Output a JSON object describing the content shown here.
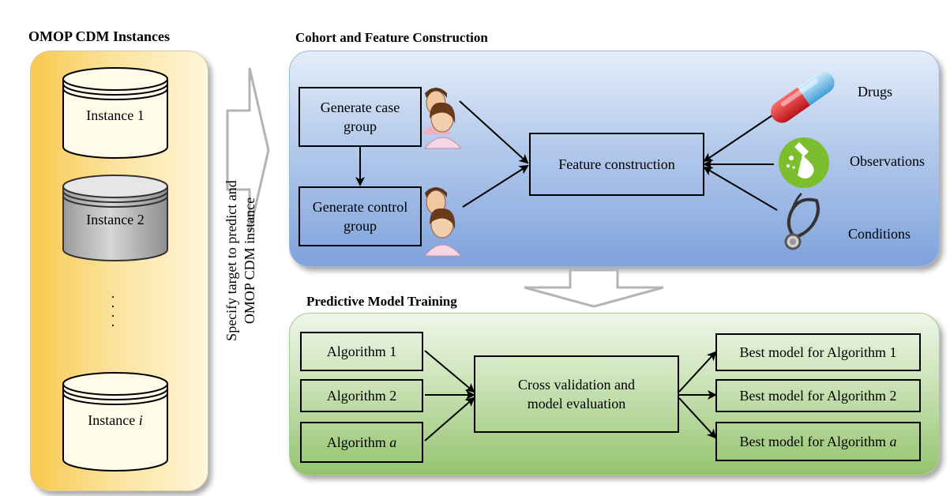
{
  "titles": {
    "instances": "OMOP CDM Instances",
    "cohort": "Cohort and Feature Construction",
    "training": "Predictive Model Training"
  },
  "instances": {
    "items": [
      "Instance 1",
      "Instance 2"
    ],
    "ellipsis": "·\n·\n·\n·",
    "last_prefix": "Instance ",
    "last_var": "i"
  },
  "specify": {
    "line1": "Specify target to predict and",
    "line2": "OMOP CDM instance"
  },
  "cohort": {
    "case_group": "Generate case group",
    "control_group": "Generate control group",
    "feature_construction": "Feature construction",
    "drugs": "Drugs",
    "observations": "Observations",
    "conditions": "Conditions"
  },
  "training": {
    "algorithm_1": "Algorithm 1",
    "algorithm_2": "Algorithm 2",
    "algorithm_a_prefix": "Algorithm ",
    "algorithm_a_var": "a",
    "cross_validation": "Cross validation and model evaluation",
    "best_1": "Best model for Algorithm 1",
    "best_2": "Best model for Algorithm 2",
    "best_a_prefix": "Best model for Algorithm ",
    "best_a_var": "a"
  },
  "colors": {
    "left_panel": "#f7c94d",
    "blue_panel": "#7fa2dc",
    "green_panel": "#94c46e",
    "pill_red": "#d9262b",
    "pill_blue": "#62b6ea",
    "observation_green": "#7bbf2e"
  },
  "icons": [
    "person-icon",
    "pill-icon",
    "flask-icon",
    "stethoscope-icon",
    "database-icon",
    "block-arrow-icon"
  ]
}
